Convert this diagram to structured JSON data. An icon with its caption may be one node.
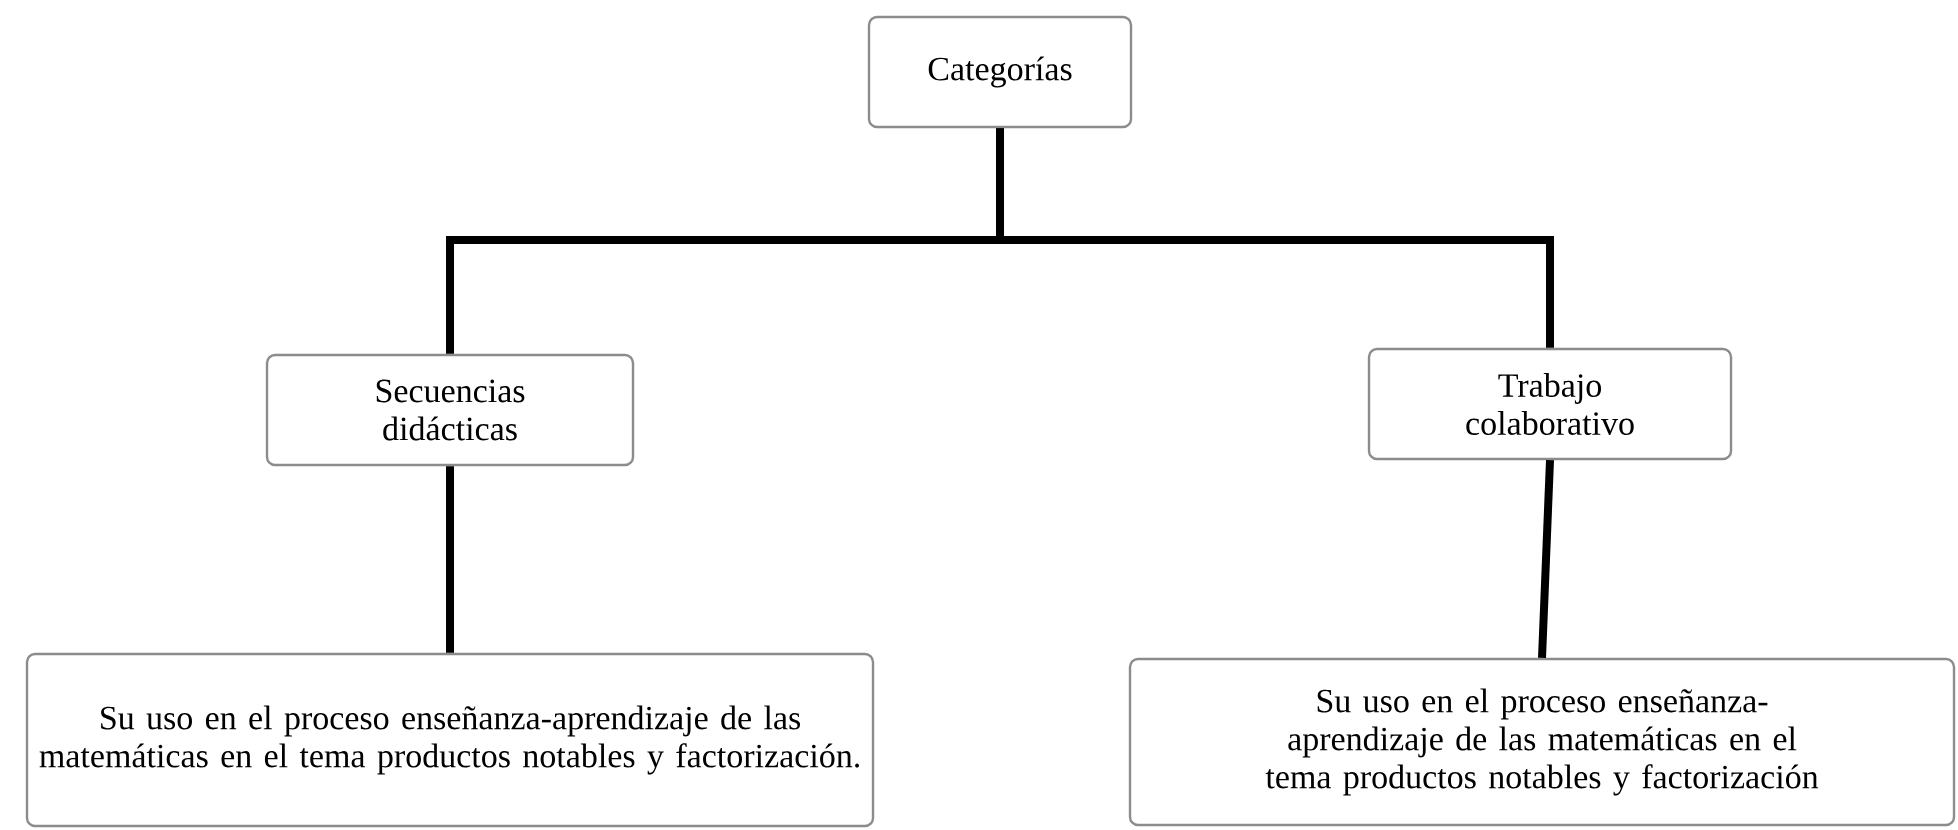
{
  "diagram": {
    "nodes": [
      {
        "text": [
          "Categorías"
        ]
      },
      {
        "text": [
          "Secuencias didácticas"
        ]
      },
      {
        "text": [
          "Trabajo colaborativo"
        ]
      },
      {
        "text": [
          "Su uso en el proceso enseñanza-aprendizaje de las matemáticas en el tema productos notables y factorización."
        ]
      },
      {
        "text": [
          "Su uso en el proceso enseñanza-aprendizaje de las matemáticas en el tema productos notables y factorización"
        ]
      }
    ],
    "edges": [
      {
        "from": 0,
        "to": 1,
        "arrow": "none"
      },
      {
        "from": 0,
        "to": 2,
        "arrow": "none"
      },
      {
        "from": 1,
        "to": 3,
        "arrow": "none"
      },
      {
        "from": 2,
        "to": 4,
        "arrow": "none"
      }
    ]
  }
}
